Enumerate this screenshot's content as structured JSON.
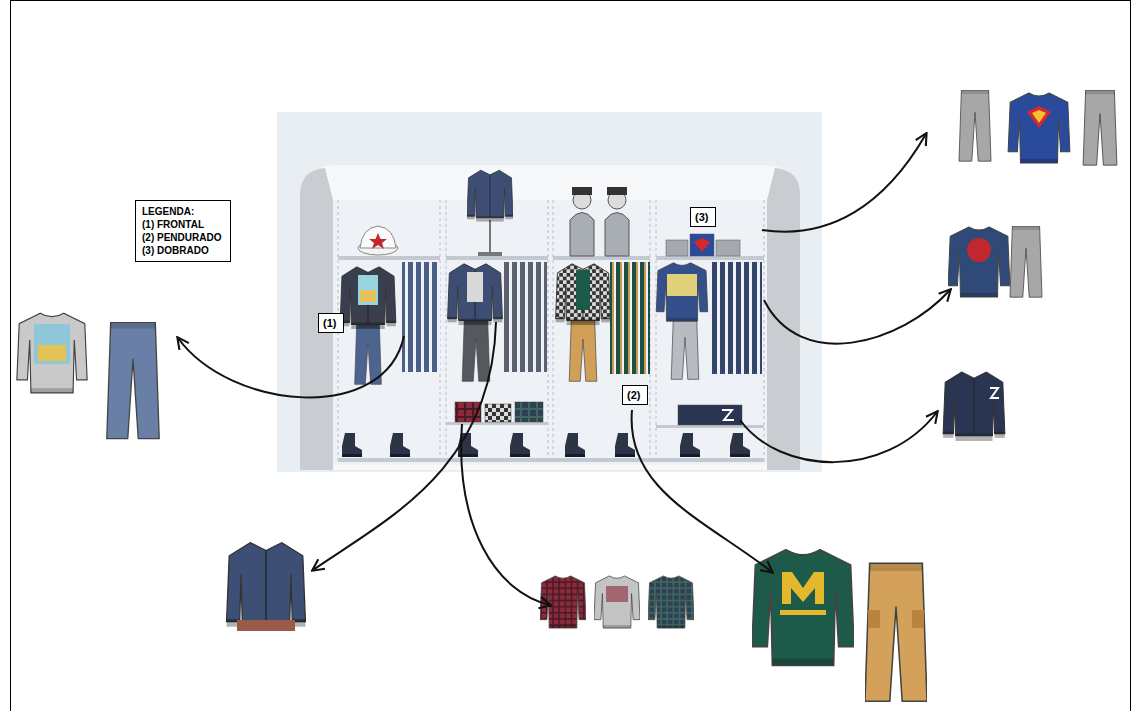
{
  "diagram": {
    "nodes": [
      {
        "text": [
          "LEGENDA:",
          "(1) FRONTAL",
          "(2) PENDURADO",
          "(3) DOBRADO"
        ]
      },
      {
        "text": [
          "(3)"
        ]
      },
      {
        "text": [
          "(1)"
        ]
      },
      {
        "text": [
          "(2)"
        ]
      }
    ]
  }
}
